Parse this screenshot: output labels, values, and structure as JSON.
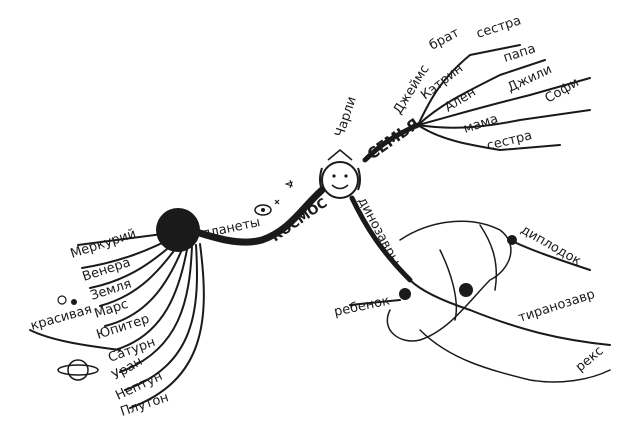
{
  "center": {
    "label": "Чарли"
  },
  "family": {
    "label": "СЕМЬЯ",
    "members": [
      "Джеймс",
      "брат",
      "Кэтрин",
      "сестра",
      "Ален",
      "папа",
      "мама",
      "Джили",
      "Софи",
      "сестра"
    ]
  },
  "space": {
    "label": "КОСМОС",
    "planets_label": "планеты",
    "planets": [
      "Меркурий",
      "Венера",
      "Земля",
      "Марс",
      "Юпитер",
      "Сатурн",
      "Уран",
      "Нептун",
      "Плутон"
    ],
    "extra": "красивая"
  },
  "dinosaurs": {
    "label": "динозавры",
    "items": [
      "ребенок",
      "диплодок",
      "тиранозавр",
      "рекс"
    ]
  }
}
